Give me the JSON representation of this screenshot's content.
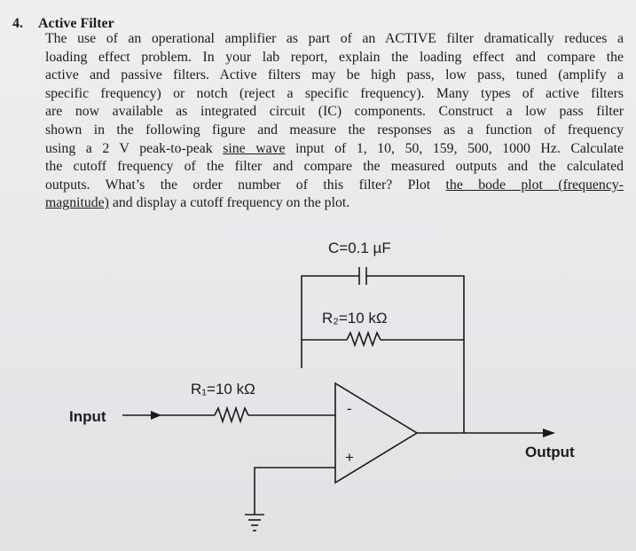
{
  "section": {
    "number": "4.",
    "title": "Active Filter"
  },
  "paragraph": {
    "lines": [
      "The use of an operational amplifier as part of an ACTIVE filter dramatically reduces a",
      "loading effect problem. In your lab report, explain the loading effect and compare the",
      "active and passive filters. Active filters may be high pass, low pass, tuned (amplify a",
      "specific frequency) or notch (reject a specific frequency). Many types of active filters",
      "are now available as integrated circuit (IC) components. Construct a low pass filter",
      "shown in the following figure and measure the responses as a function of frequency"
    ],
    "line7_a": "using a 2 V peak-to-peak ",
    "line7_u": "sine wave",
    "line7_b": " input of 1, 10, 50, 159, 500, 1000 Hz. Calculate",
    "line8": "the cutoff frequency of the filter and compare the measured outputs and the calculated",
    "line9_a": "outputs. What’s the order number of this filter? Plot ",
    "line9_u": "the bode plot (frequency-",
    "line10_u": "magnitude)",
    "line10_b": " and display a cutoff frequency on the plot."
  },
  "circuit": {
    "capacitor_label": "C=0.1 µF",
    "r2_label": "R₂=10 kΩ",
    "r1_label": "R₁=10 kΩ",
    "input_label": "Input",
    "output_label": "Output",
    "minus_sign": "-",
    "plus_sign": "+"
  }
}
